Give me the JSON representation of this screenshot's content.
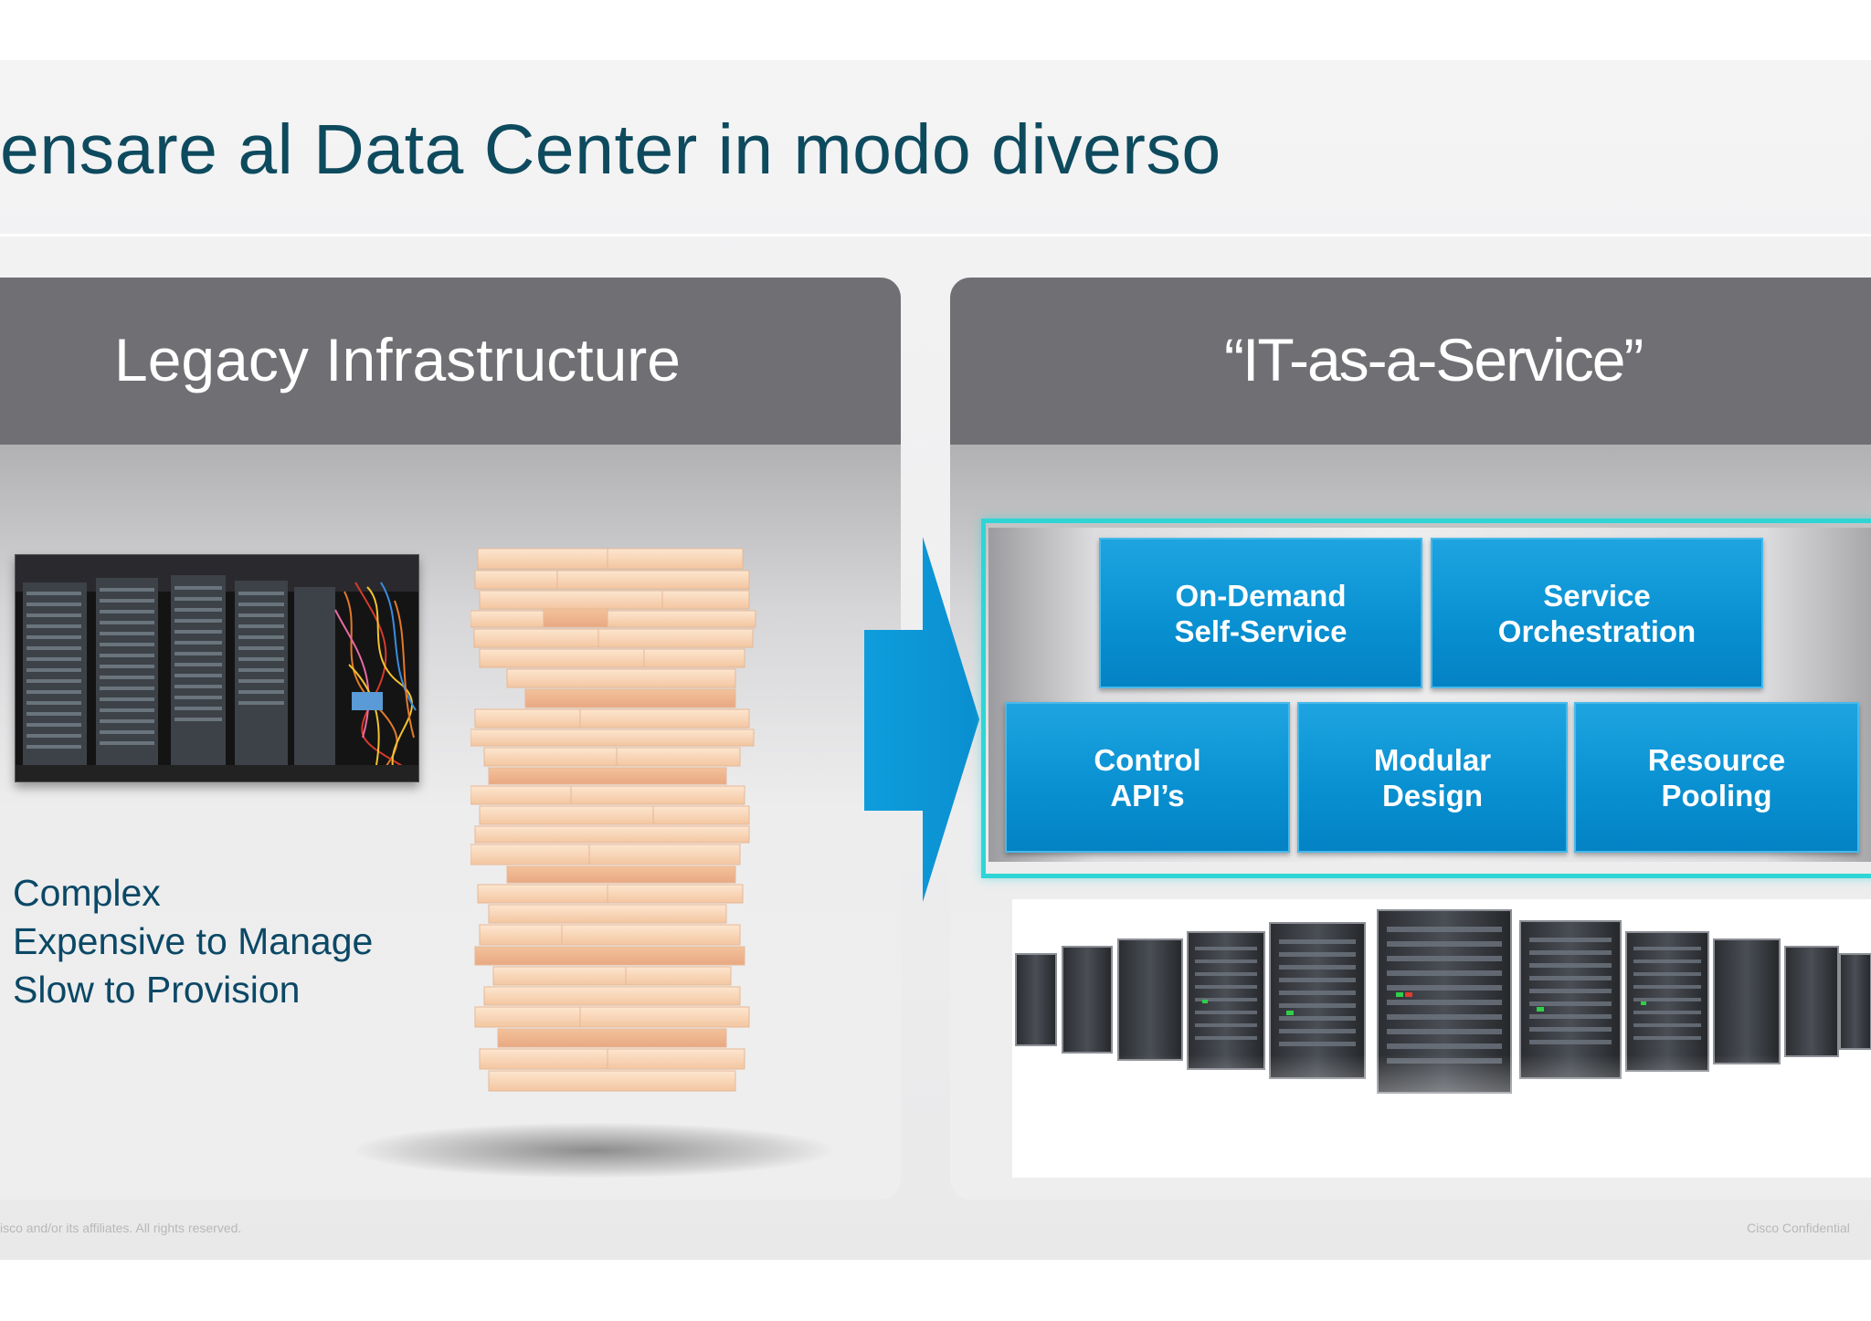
{
  "slide": {
    "title": "ensare al Data Center in modo diverso",
    "left_panel": {
      "title": "Legacy Infrastructure",
      "bullets": [
        "Complex",
        "Expensive to Manage",
        "Slow to Provision"
      ]
    },
    "right_panel": {
      "title": "“IT-as-a-Service”",
      "tiles": [
        {
          "label": "On-Demand\nSelf-Service"
        },
        {
          "label": "Service\nOrchestration"
        },
        {
          "label": "Control\nAPI’s"
        },
        {
          "label": "Modular\nDesign"
        },
        {
          "label": "Resource\nPooling"
        }
      ]
    },
    "footer": {
      "left": "isco and/or its affiliates. All rights reserved.",
      "right": "Cisco Confidential"
    }
  },
  "colors": {
    "title": "#0e4a5e",
    "panel_header": "#706f73",
    "accent_blue": "#0991d2",
    "frame_cyan": "#2fd5d6"
  },
  "icons": [
    "server-rack-photo",
    "jenga-tower-image",
    "right-arrow-icon",
    "server-rack-row-image"
  ]
}
